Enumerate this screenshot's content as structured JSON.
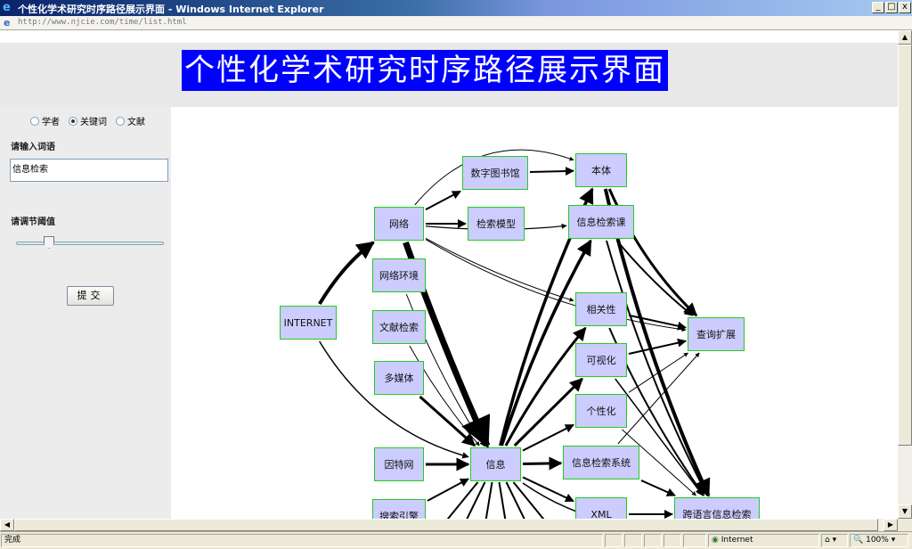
{
  "window": {
    "title": "个性化学术研究时序路径展示界面 - Windows Internet Explorer",
    "minimize": "_",
    "restore": "□",
    "close": "x"
  },
  "address": {
    "url": "http://www.njcie.com/time/list.html"
  },
  "page": {
    "title": "个性化学术研究时序路径展示界面"
  },
  "left_panel": {
    "radio_options": [
      {
        "label": "学者",
        "checked": false
      },
      {
        "label": "关键词",
        "checked": true
      },
      {
        "label": "文献",
        "checked": false
      }
    ],
    "input_label": "请输入词语",
    "input_value": "信息检索",
    "slider_label": "请调节阈值",
    "slider_value": 0.22,
    "submit_label": "提交"
  },
  "graph": {
    "nodes": [
      {
        "id": "internet",
        "label": "INTERNET"
      },
      {
        "id": "wangluo",
        "label": "网络"
      },
      {
        "id": "wangluohuanjing",
        "label": "网络环境"
      },
      {
        "id": "wenxianjiansuo",
        "label": "文献检索"
      },
      {
        "id": "duomeiti",
        "label": "多媒体"
      },
      {
        "id": "yintewang",
        "label": "因特网"
      },
      {
        "id": "sousuoyinqing",
        "label": "搜索引擎"
      },
      {
        "id": "shuzitushuguan",
        "label": "数字图书馆"
      },
      {
        "id": "jiansuomoxing",
        "label": "检索模型"
      },
      {
        "id": "xinxi",
        "label": "信息"
      },
      {
        "id": "benti",
        "label": "本体"
      },
      {
        "id": "xinxijiansuoke",
        "label": "信息检索课"
      },
      {
        "id": "xiangguanxing",
        "label": "相关性"
      },
      {
        "id": "keshihua",
        "label": "可视化"
      },
      {
        "id": "gexinghua",
        "label": "个性化"
      },
      {
        "id": "xinxijiansuoxitong",
        "label": "信息检索系统"
      },
      {
        "id": "xml",
        "label": "XML"
      },
      {
        "id": "chaxunkuozhan",
        "label": "查询扩展"
      },
      {
        "id": "kuayuyan",
        "label": "跨语言信息检索"
      }
    ]
  },
  "status": {
    "text": "完成",
    "zone": "Internet",
    "zoom": "100%"
  }
}
